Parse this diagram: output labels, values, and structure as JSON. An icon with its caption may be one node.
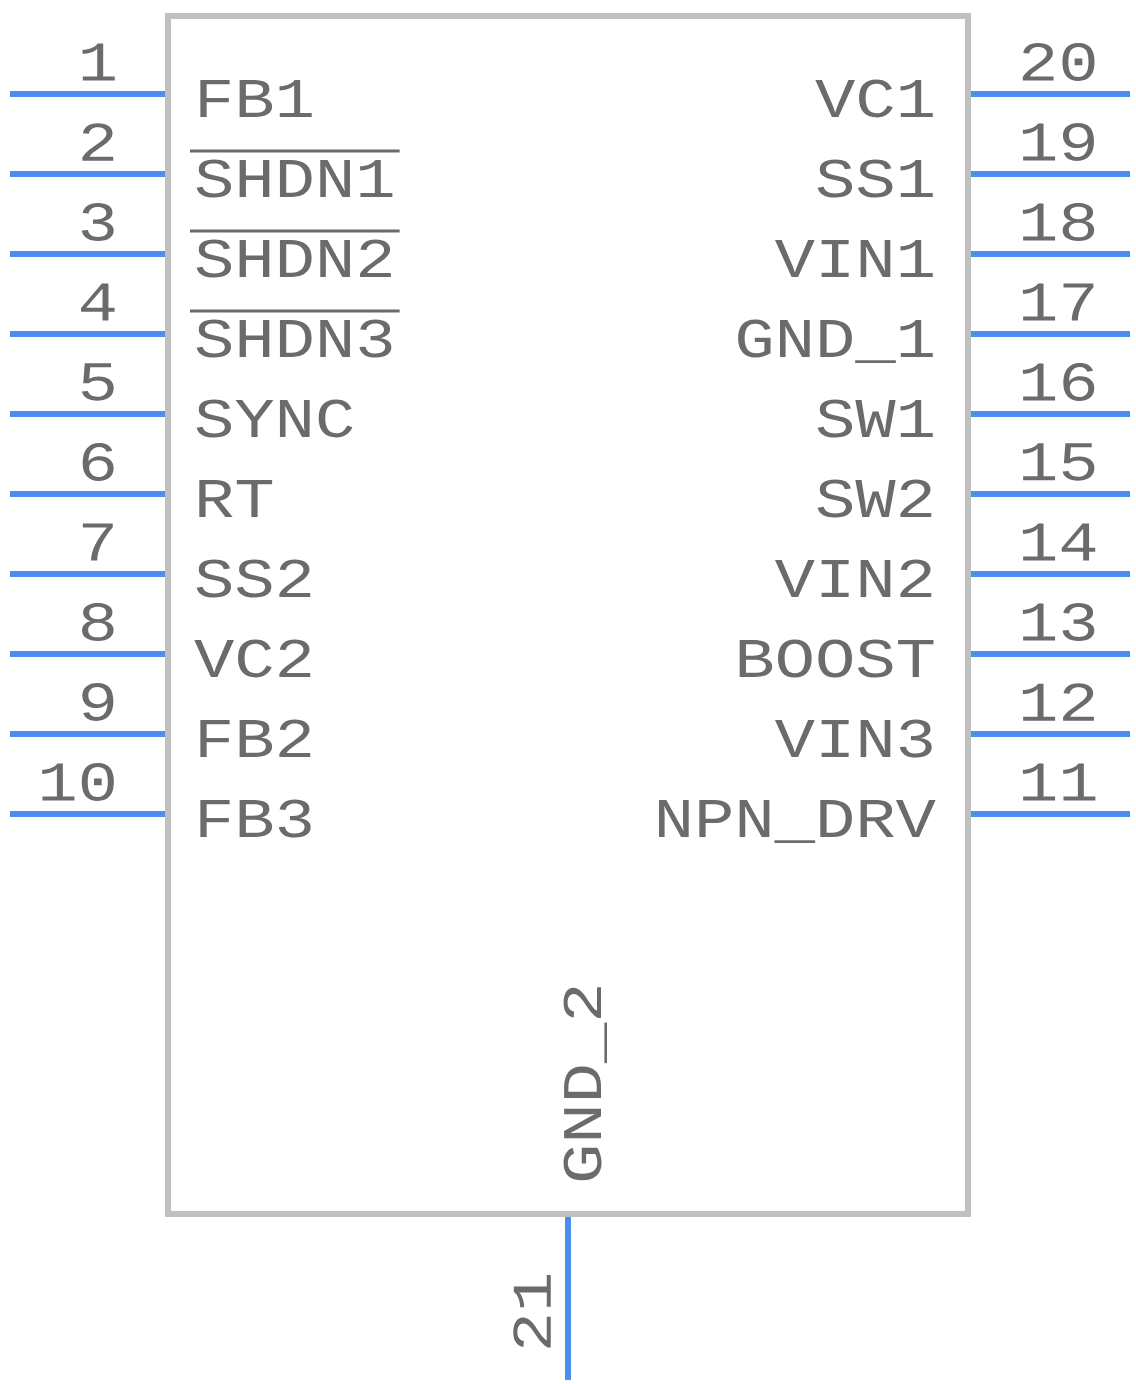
{
  "diagram": {
    "nodes": [
      {
        "text": [
          "FB1",
          "SHDN1",
          "SHDN2",
          "SHDN3",
          "SYNC",
          "RT",
          "SS2",
          "VC2",
          "FB2",
          "FB3",
          "VC1",
          "SS1",
          "VIN1",
          "GND_1",
          "SW1",
          "SW2",
          "VIN2",
          "BOOST",
          "VIN3",
          "NPN_DRV",
          "GND_2"
        ]
      }
    ],
    "labels": [
      "1",
      "2",
      "3",
      "4",
      "5",
      "6",
      "7",
      "8",
      "9",
      "10",
      "20",
      "19",
      "18",
      "17",
      "16",
      "15",
      "14",
      "13",
      "12",
      "11",
      "21"
    ]
  }
}
